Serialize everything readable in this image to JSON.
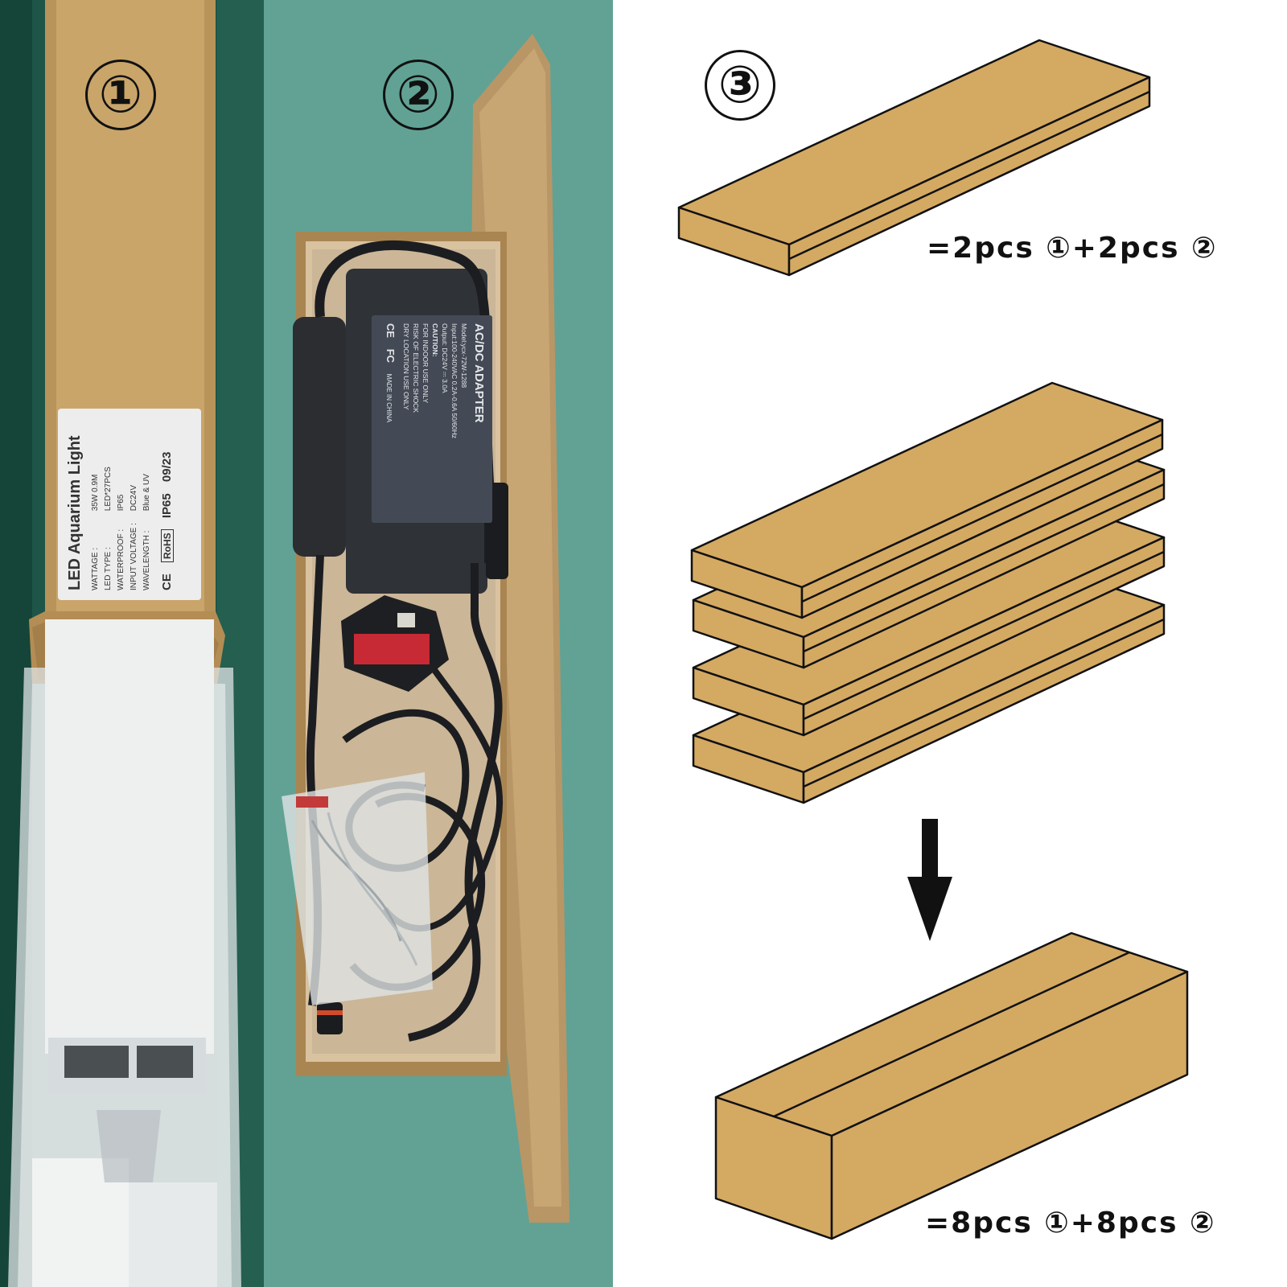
{
  "panels": {
    "light_box": {
      "marker": "①",
      "label": {
        "title": "LED Aquarium Light",
        "specs": [
          {
            "key": "WATTAGE :",
            "value": "35W 0.9M"
          },
          {
            "key": "LED TYPE :",
            "value": "LED*27PCS"
          },
          {
            "key": "WATERPROOF :",
            "value": "IP65"
          },
          {
            "key": "INPUT VOLTAGE :",
            "value": "DC24V"
          },
          {
            "key": "WAVELENGTH :",
            "value": "Blue & UV"
          }
        ],
        "cert_ce": "CE",
        "cert_rohs": "RoHS",
        "cert_ip": "IP65",
        "date": "09/23"
      }
    },
    "accessory_box": {
      "marker": "②",
      "adapter": {
        "title": "AC/DC ADAPTER",
        "model": "Model:ycx-72W-1288",
        "input": "Input:100-240VAC 0.2A-0.6A 50/60Hz",
        "output": "Output: DC24V ⎓ 3.0A",
        "caution": "CAUTION:",
        "caution_lines": [
          "FOR INDOOR USE ONLY",
          "RISK OF ELECTRIC SHOCK",
          "DRY LOCATION USE ONLY"
        ],
        "origin": "MADE IN CHINA",
        "marks": [
          "CE",
          "FC"
        ]
      }
    },
    "packing": {
      "marker": "③",
      "single_pack_qty": "=2pcs ①+2pcs ②",
      "carton_qty": "=8pcs ①+8pcs ②"
    }
  },
  "colors": {
    "cardboard": "#c9a56a",
    "cardboard_flat": "#d4a962",
    "outline": "#111111",
    "table_green": "#5d9f92",
    "dark_green": "#1f5a4a"
  }
}
